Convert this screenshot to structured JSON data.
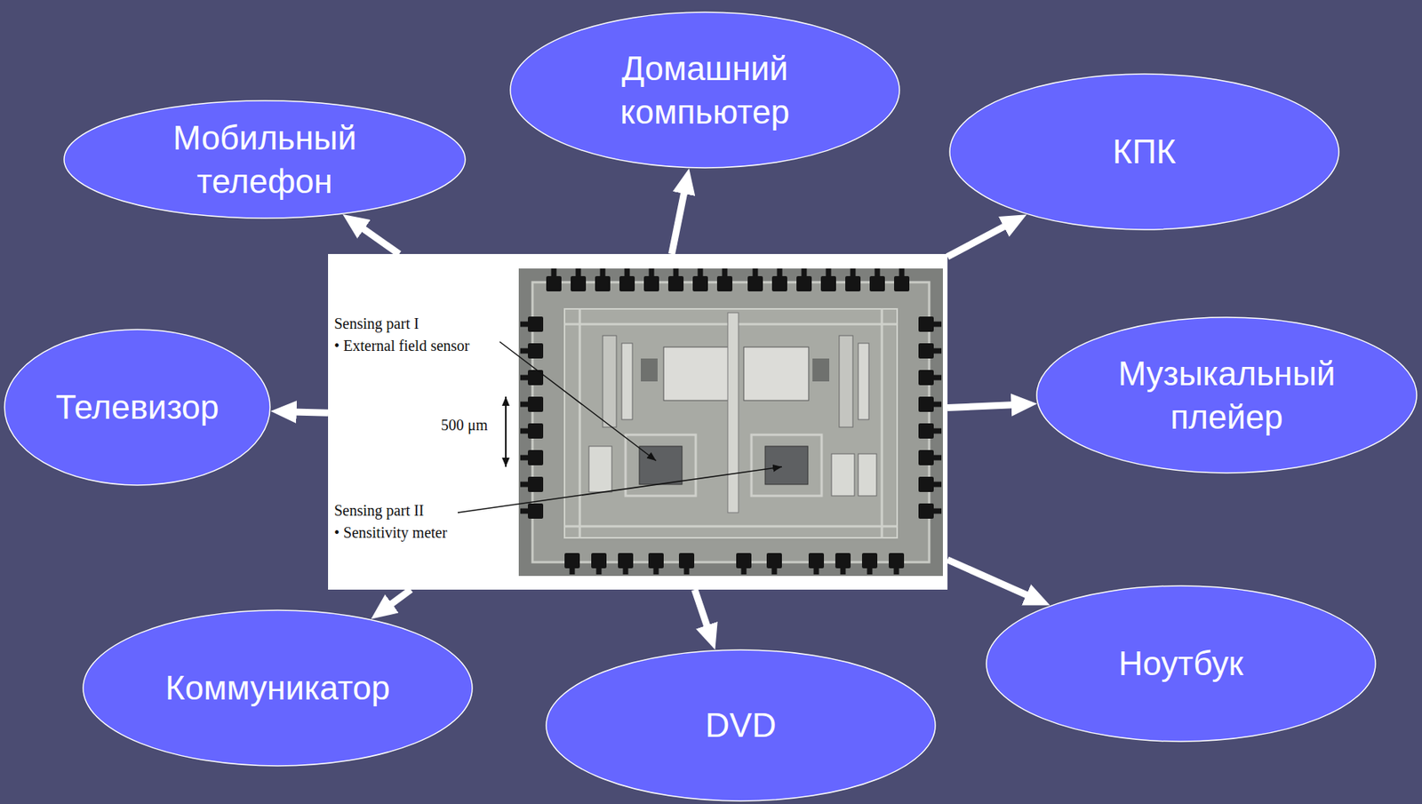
{
  "diagram": {
    "nodes": [
      {
        "text": [
          "Мобильный телефон"
        ]
      },
      {
        "text": [
          "Домашний компьютер"
        ]
      },
      {
        "text": [
          "КПК"
        ]
      },
      {
        "text": [
          "Телевизор"
        ]
      },
      {
        "text": [
          "Sensing part I",
          "• External field sensor",
          "500 μm",
          "Sensing part II",
          "• Sensitivity meter"
        ]
      },
      {
        "text": [
          "Музыкальный плейер"
        ]
      },
      {
        "text": [
          "Коммуникатор"
        ]
      },
      {
        "text": [
          "DVD"
        ]
      },
      {
        "text": [
          "Ноутбук"
        ]
      }
    ],
    "edges": [
      {
        "from": 4,
        "to": 0,
        "arrow": "to"
      },
      {
        "from": 4,
        "to": 1,
        "arrow": "to"
      },
      {
        "from": 4,
        "to": 2,
        "arrow": "to"
      },
      {
        "from": 4,
        "to": 3,
        "arrow": "to"
      },
      {
        "from": 4,
        "to": 5,
        "arrow": "to"
      },
      {
        "from": 4,
        "to": 6,
        "arrow": "to"
      },
      {
        "from": 4,
        "to": 7,
        "arrow": "to"
      },
      {
        "from": 4,
        "to": 8,
        "arrow": "to"
      }
    ]
  }
}
